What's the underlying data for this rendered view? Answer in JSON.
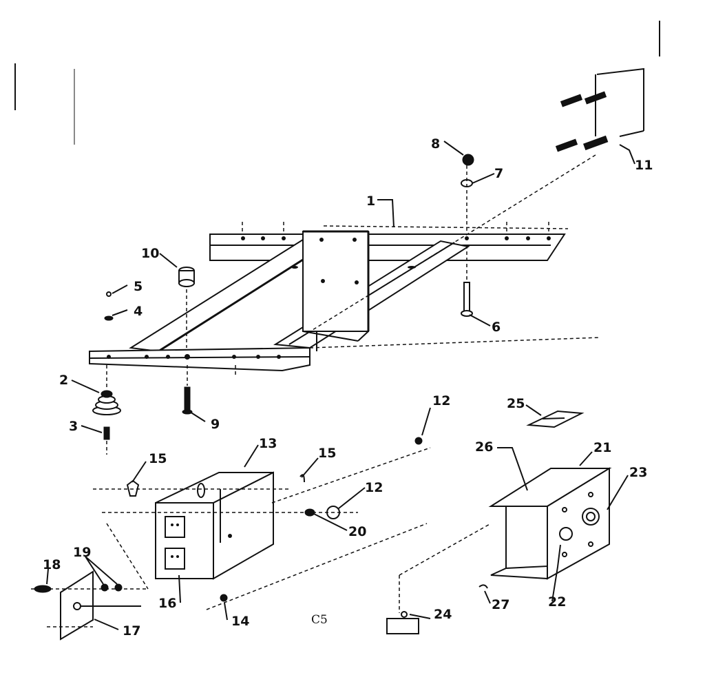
{
  "diagram": {
    "code": "C5",
    "callouts": [
      "1",
      "2",
      "3",
      "4",
      "5",
      "6",
      "7",
      "8",
      "9",
      "10",
      "11",
      "12",
      "12",
      "13",
      "14",
      "15",
      "15",
      "16",
      "17",
      "18",
      "19",
      "20",
      "21",
      "22",
      "23",
      "24",
      "25",
      "26",
      "27"
    ]
  }
}
